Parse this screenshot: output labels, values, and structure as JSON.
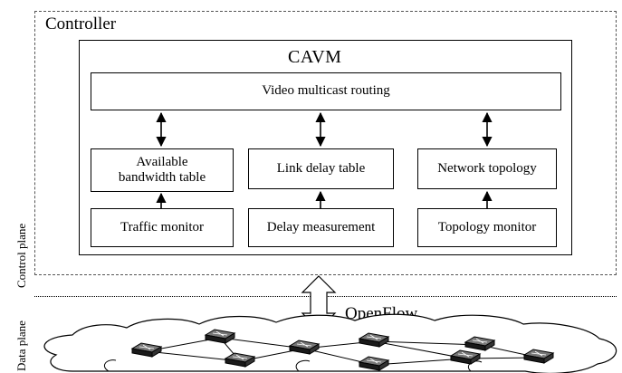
{
  "controller": {
    "label": "Controller"
  },
  "cavm": {
    "label": "CAVM"
  },
  "routing": {
    "label": "Video multicast routing"
  },
  "tables": {
    "bandwidth_line1": "Available",
    "bandwidth_line2": "bandwidth table",
    "delay": "Link delay table",
    "topology": "Network topology"
  },
  "monitors": {
    "traffic": "Traffic monitor",
    "delay": "Delay measurement",
    "topology": "Topology monitor"
  },
  "planes": {
    "control": "Control plane",
    "data": "Data plane"
  },
  "protocol": {
    "label": "OpenFlow"
  },
  "colors": {
    "line": "#000000",
    "dashed_frame": "#555555",
    "switch_fill": "#1a1a1a"
  }
}
